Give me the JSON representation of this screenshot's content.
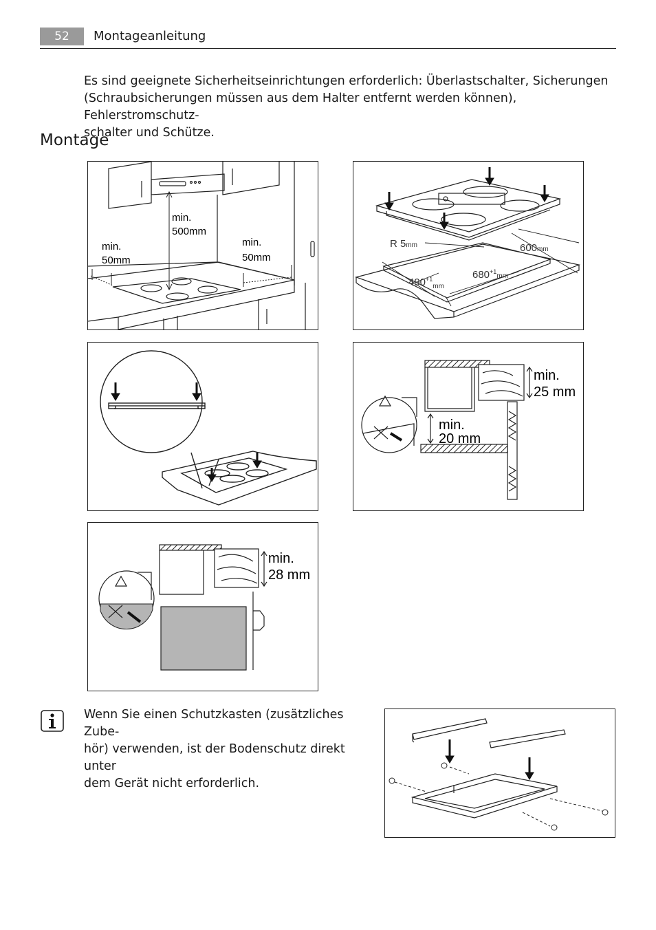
{
  "header": {
    "page_number": "52",
    "title": "Montageanleitung"
  },
  "intro": {
    "lines": [
      "Es sind geeignete Sicherheitseinrichtungen erforderlich: Überlastschalter, Sicherungen",
      "(Schraubsicherungen müssen aus dem Halter entfernt werden können), Fehlerstromschutz-",
      "schalter und Schütze."
    ]
  },
  "section_title": "Montage",
  "figures": {
    "fig1": {
      "min_left": "min.",
      "val_left": "50mm",
      "min_top": "min.",
      "val_top": "500mm",
      "min_right": "min.",
      "val_right": "50mm"
    },
    "fig2": {
      "radius": "R 5",
      "radius_unit": "mm",
      "depth": "600",
      "depth_unit": "mm",
      "width": "490",
      "width_tol": "+1",
      "width_unit": "mm",
      "length": "680",
      "length_tol": "+1",
      "length_unit": "mm"
    },
    "fig4": {
      "min_a": "min.",
      "val_a": "25 mm",
      "min_b": "min.",
      "val_b": "20 mm"
    },
    "fig5": {
      "min_a": "min.",
      "val_a": "28 mm"
    }
  },
  "note": {
    "lines": [
      "Wenn Sie einen Schutzkasten (zusätzliches Zube-",
      "hör) verwenden, ist der Bodenschutz direkt unter",
      "dem Gerät nicht erforderlich."
    ]
  }
}
